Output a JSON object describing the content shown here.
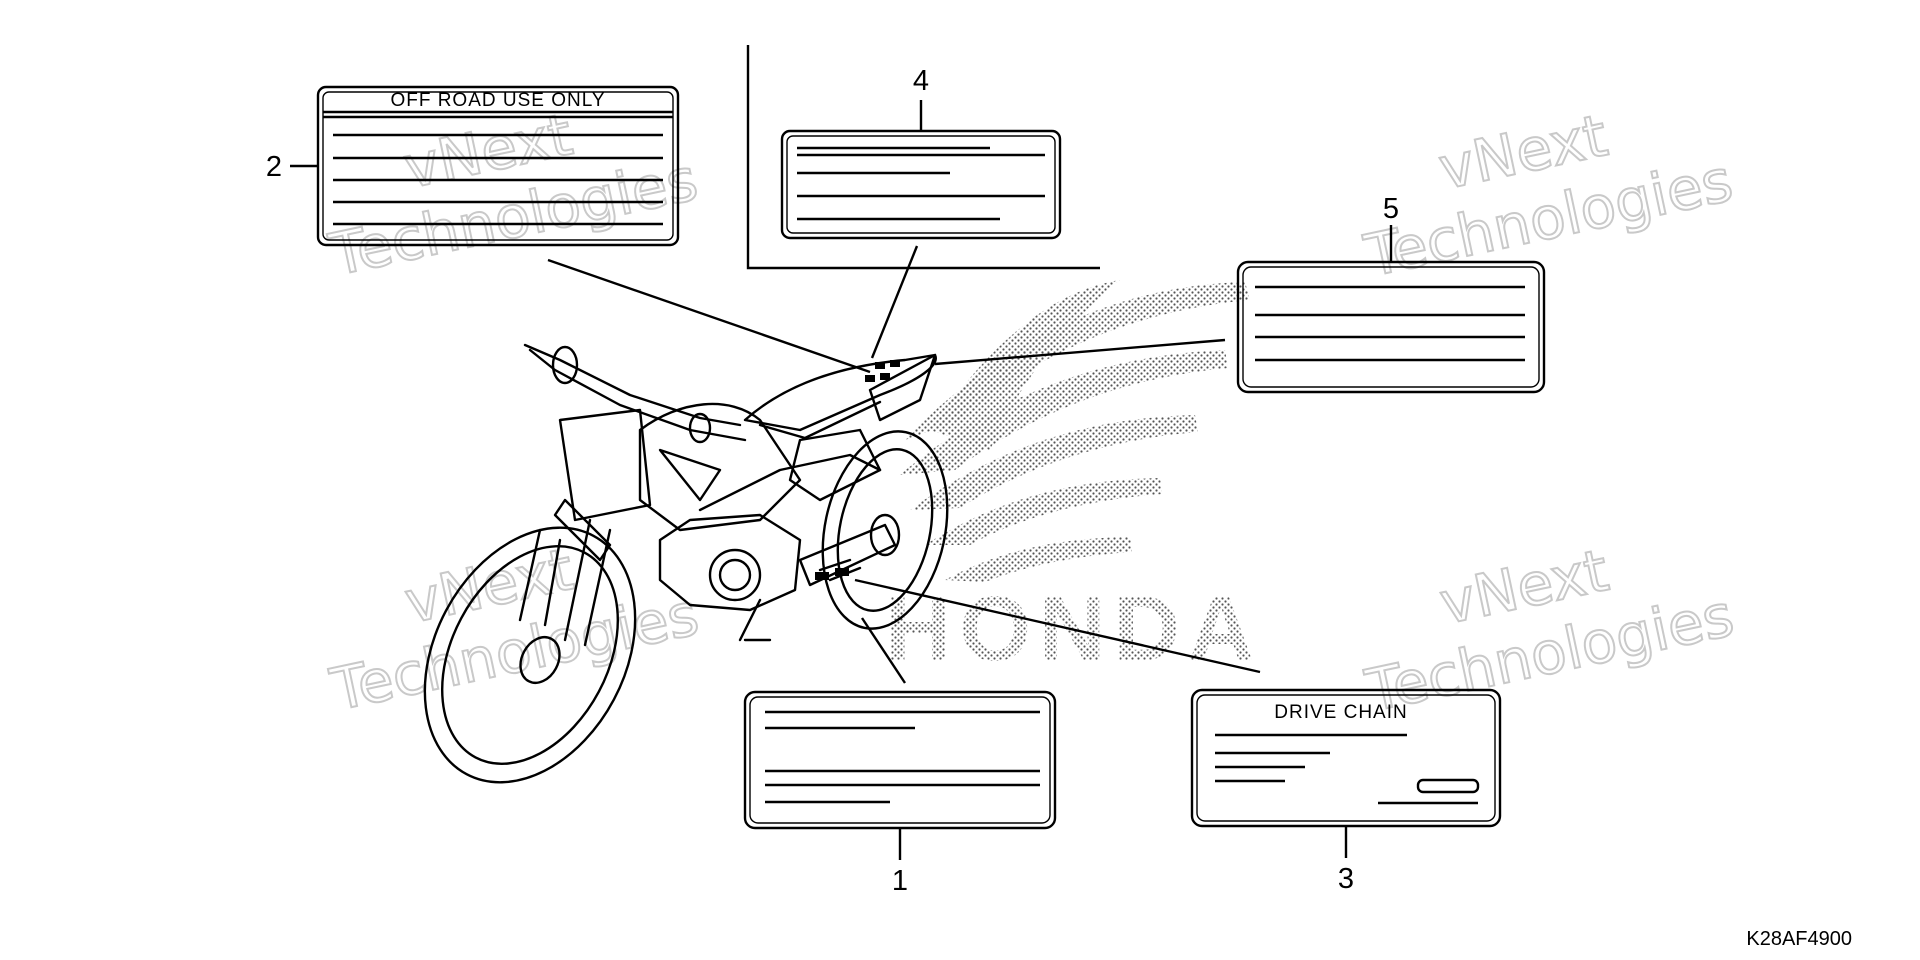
{
  "diagram": {
    "part_code": "K28AF4900",
    "brand": "HONDA",
    "callouts": [
      {
        "id": "1",
        "label": "1"
      },
      {
        "id": "2",
        "label": "2"
      },
      {
        "id": "3",
        "label": "3"
      },
      {
        "id": "4",
        "label": "4"
      },
      {
        "id": "5",
        "label": "5"
      }
    ],
    "labels": {
      "label_2_title": "OFF ROAD  USE ONLY",
      "label_3_title": "DRIVE CHAIN"
    }
  },
  "watermark": {
    "line1": "vNext",
    "line2": "Technologies"
  }
}
